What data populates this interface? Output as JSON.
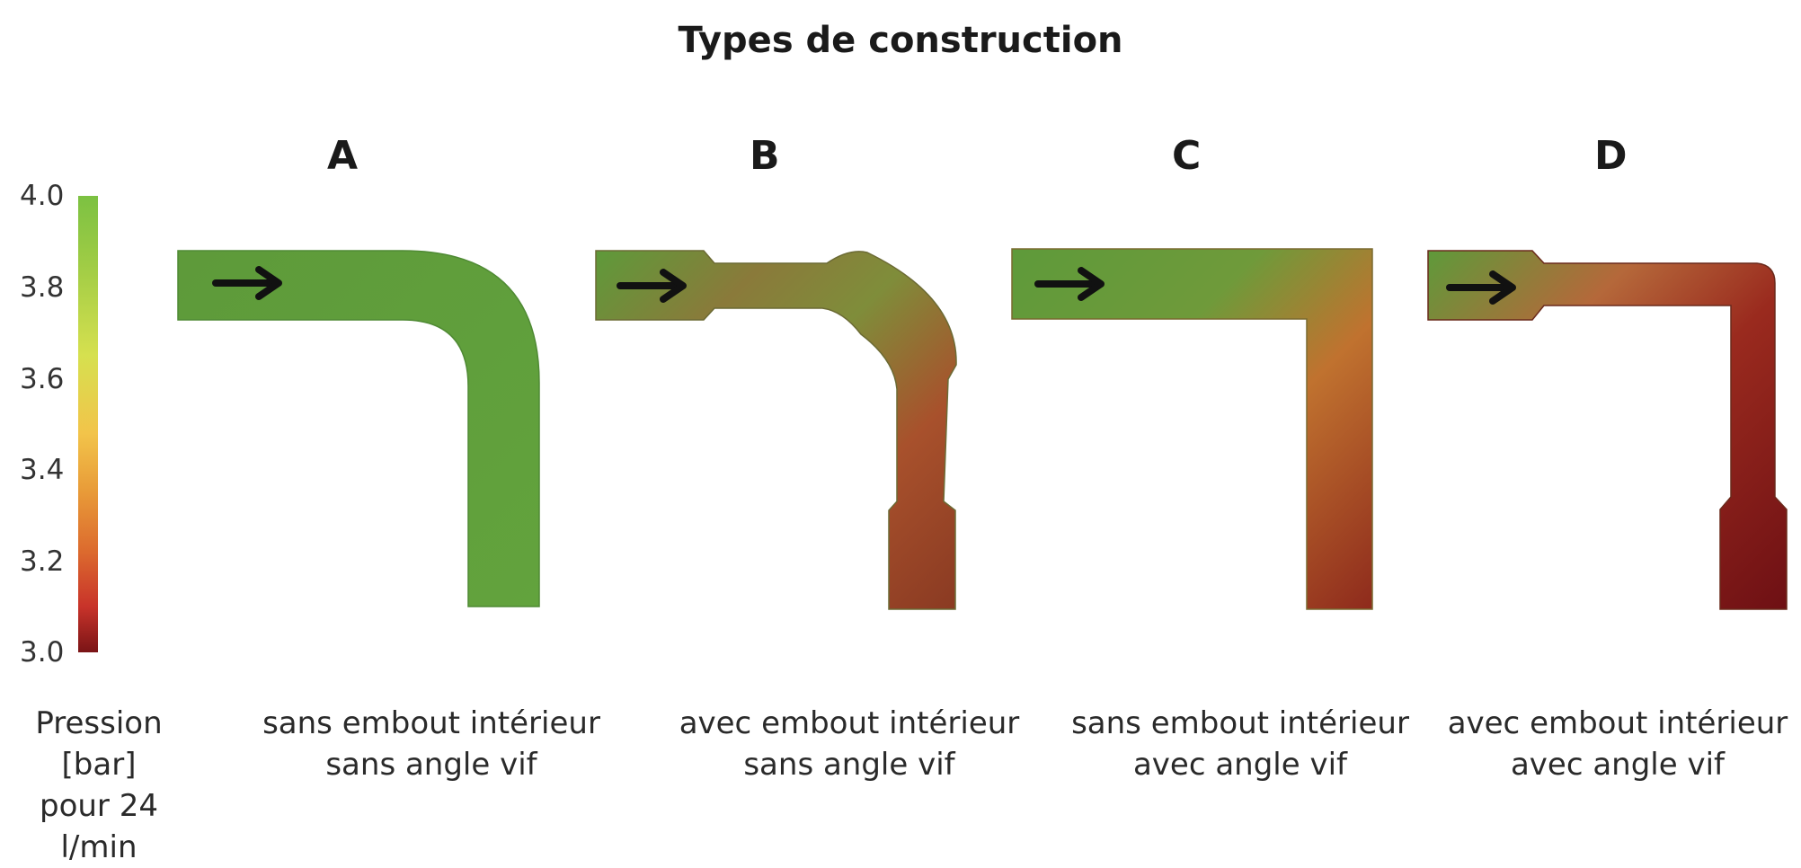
{
  "title": "Types de construction",
  "variants": [
    {
      "id": "A",
      "line1": "sans embout intérieur",
      "line2": "sans angle vif"
    },
    {
      "id": "B",
      "line1": "avec embout intérieur",
      "line2": "sans angle vif"
    },
    {
      "id": "C",
      "line1": "sans embout intérieur",
      "line2": "avec angle vif"
    },
    {
      "id": "D",
      "line1": "avec embout intérieur",
      "line2": "avec angle vif"
    }
  ],
  "scale": {
    "ticks": [
      "4.0",
      "3.8",
      "3.6",
      "3.4",
      "3.2",
      "3.0"
    ],
    "label_line1": "Pression [bar]",
    "label_line2": "pour 24 l/min",
    "colors": {
      "high": "#7cc142",
      "mid": "#e89a38",
      "low": "#7a1416"
    }
  }
}
